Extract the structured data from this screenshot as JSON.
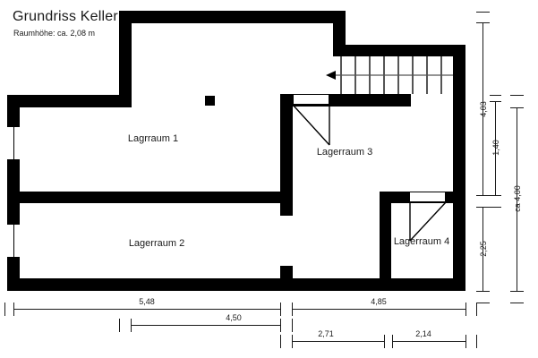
{
  "title": "Grundriss Keller",
  "subtitle": "Raumhöhe: ca. 2,08 m",
  "rooms": [
    {
      "label": "Lagrraum 1"
    },
    {
      "label": "Lagerraum 2"
    },
    {
      "label": "Lagerraum 3"
    },
    {
      "label": "Lagerraum 4"
    }
  ],
  "dimensions": {
    "horizontal": [
      {
        "value": "5,48"
      },
      {
        "value": "4,85"
      },
      {
        "value": "4,50"
      },
      {
        "value": "2,71"
      },
      {
        "value": "2,14"
      }
    ],
    "vertical": [
      {
        "value": "4,03"
      },
      {
        "value": "1,40"
      },
      {
        "value": "2,25"
      },
      {
        "value": "ca 4,00"
      }
    ]
  },
  "colors": {
    "wall": "#000000",
    "background": "#ffffff",
    "ink": "#1a1a1a",
    "tread": "#555555"
  },
  "chart_data": {
    "type": "table",
    "title": "Grundriss Keller",
    "subtitle": "Raumhöhe: ca. 2,08 m",
    "rooms": [
      "Lagrraum 1",
      "Lagerraum 2",
      "Lagerraum 3",
      "Lagerraum 4"
    ],
    "horizontal_dimensions_m": [
      5.48,
      4.85,
      4.5,
      2.71,
      2.14
    ],
    "vertical_dimensions_m": [
      4.03,
      1.4,
      2.25,
      4.0
    ],
    "features": [
      "staircase",
      "door-lagerraum-3",
      "door-lagerraum-4",
      "window-upper-left",
      "window-lower-left",
      "pillar"
    ]
  }
}
